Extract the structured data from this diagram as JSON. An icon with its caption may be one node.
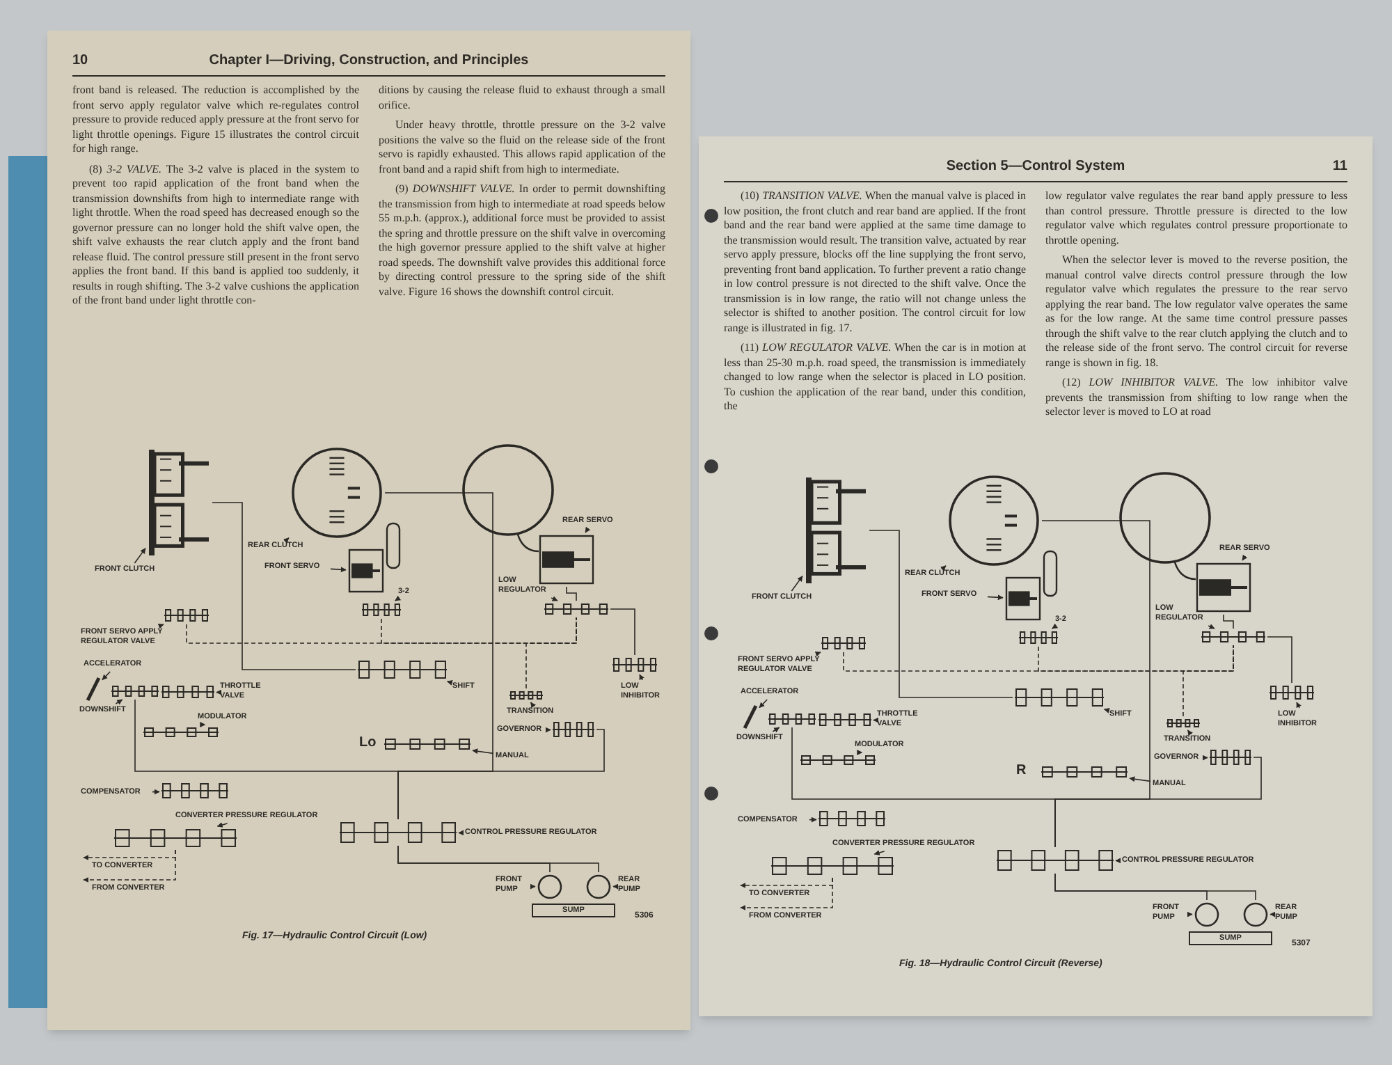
{
  "diagram": {
    "nodes": [
      {
        "text": [
          "FRONT CLUTCH"
        ]
      },
      {
        "text": [],
        "shape": "clutch"
      },
      {
        "text": [
          "REAR CLUTCH"
        ]
      },
      {
        "text": [],
        "shape": "drum"
      },
      {
        "text": [
          "FRONT SERVO"
        ]
      },
      {
        "text": [],
        "shape": "servo"
      },
      {
        "text": [
          "REAR SERVO"
        ]
      },
      {
        "text": [],
        "shape": "servo"
      },
      {
        "text": [
          "3-2"
        ]
      },
      {
        "text": [],
        "shape": "valve"
      },
      {
        "text": [
          "LOW REGULATOR"
        ]
      },
      {
        "text": [],
        "shape": "valve"
      },
      {
        "text": [
          "FRONT SERVO APPLY REGULATOR VALVE"
        ]
      },
      {
        "text": [],
        "shape": "valve"
      },
      {
        "text": [
          "ACCELERATOR"
        ]
      },
      {
        "text": [],
        "shape": "bar"
      },
      {
        "text": [
          "DOWNSHIFT"
        ]
      },
      {
        "text": [],
        "shape": "valve"
      },
      {
        "text": [
          "THROTTLE VALVE"
        ]
      },
      {
        "text": [],
        "shape": "valve"
      },
      {
        "text": [
          "SHIFT"
        ]
      },
      {
        "text": [],
        "shape": "valve"
      },
      {
        "text": [
          "LOW INHIBITOR"
        ]
      },
      {
        "text": [],
        "shape": "valve"
      },
      {
        "text": [
          "TRANSITION"
        ]
      },
      {
        "text": [],
        "shape": "valve"
      },
      {
        "text": [
          "MODULATOR"
        ]
      },
      {
        "text": [],
        "shape": "valve"
      },
      {
        "text": [
          "GOVERNOR"
        ]
      },
      {
        "text": [],
        "shape": "valve"
      },
      {
        "text": [
          "MANUAL"
        ]
      },
      {
        "text": [],
        "shape": "valve"
      },
      {
        "text": [
          "COMPENSATOR"
        ]
      },
      {
        "text": [],
        "shape": "valve"
      },
      {
        "text": [
          "CONVERTER PRESSURE REGULATOR"
        ]
      },
      {
        "text": [],
        "shape": "valve"
      },
      {
        "text": [
          "CONTROL PRESSURE REGULATOR"
        ]
      },
      {
        "text": [],
        "shape": "valve"
      },
      {
        "text": [
          "FRONT PUMP"
        ]
      },
      {
        "text": [],
        "shape": "circle"
      },
      {
        "text": [
          "REAR PUMP"
        ]
      },
      {
        "text": [],
        "shape": "circle"
      },
      {
        "text": [
          "SUMP"
        ]
      },
      {
        "text": [
          "FRONT CLUTCH"
        ]
      },
      {
        "text": [],
        "shape": "clutch"
      },
      {
        "text": [
          "REAR CLUTCH"
        ]
      },
      {
        "text": [],
        "shape": "drum"
      },
      {
        "text": [
          "FRONT SERVO"
        ]
      },
      {
        "text": [],
        "shape": "servo"
      },
      {
        "text": [
          "REAR SERVO"
        ]
      },
      {
        "text": [],
        "shape": "servo"
      },
      {
        "text": [
          "3-2"
        ]
      },
      {
        "text": [],
        "shape": "valve"
      },
      {
        "text": [
          "LOW REGULATOR"
        ]
      },
      {
        "text": [],
        "shape": "valve"
      },
      {
        "text": [
          "FRONT SERVO APPLY REGULATOR VALVE"
        ]
      },
      {
        "text": [],
        "shape": "valve"
      },
      {
        "text": [
          "ACCELERATOR"
        ]
      },
      {
        "text": [],
        "shape": "bar"
      },
      {
        "text": [
          "DOWNSHIFT"
        ]
      },
      {
        "text": [],
        "shape": "valve"
      },
      {
        "text": [
          "THROTTLE VALVE"
        ]
      },
      {
        "text": [],
        "shape": "valve"
      },
      {
        "text": [
          "SHIFT"
        ]
      },
      {
        "text": [],
        "shape": "valve"
      },
      {
        "text": [
          "LOW INHIBITOR"
        ]
      },
      {
        "text": [],
        "shape": "valve"
      },
      {
        "text": [
          "TRANSITION"
        ]
      },
      {
        "text": [],
        "shape": "valve"
      },
      {
        "text": [
          "MODULATOR"
        ]
      },
      {
        "text": [],
        "shape": "valve"
      },
      {
        "text": [
          "GOVERNOR"
        ]
      },
      {
        "text": [],
        "shape": "valve"
      },
      {
        "text": [
          "MANUAL"
        ]
      },
      {
        "text": [],
        "shape": "valve"
      },
      {
        "text": [
          "COMPENSATOR"
        ]
      },
      {
        "text": [],
        "shape": "valve"
      },
      {
        "text": [
          "CONVERTER PRESSURE REGULATOR"
        ]
      },
      {
        "text": [],
        "shape": "valve"
      },
      {
        "text": [
          "CONTROL PRESSURE REGULATOR"
        ]
      },
      {
        "text": [],
        "shape": "valve"
      },
      {
        "text": [
          "FRONT PUMP"
        ]
      },
      {
        "text": [],
        "shape": "circle"
      },
      {
        "text": [
          "REAR PUMP"
        ]
      },
      {
        "text": [],
        "shape": "circle"
      },
      {
        "text": [
          "SUMP"
        ]
      }
    ],
    "edges": [
      {
        "from": 0,
        "to": 1,
        "arrow": "to"
      },
      {
        "from": 2,
        "to": 3,
        "arrow": "to"
      },
      {
        "from": 4,
        "to": 5,
        "arrow": "to"
      },
      {
        "from": 6,
        "to": 7,
        "arrow": "to"
      },
      {
        "from": 8,
        "to": 9,
        "arrow": "to"
      },
      {
        "from": 10,
        "to": 11,
        "arrow": "to"
      },
      {
        "from": 12,
        "to": 13,
        "arrow": "to"
      },
      {
        "from": 14,
        "to": 15,
        "arrow": "to"
      },
      {
        "from": 16,
        "to": 17,
        "arrow": "to"
      },
      {
        "from": 18,
        "to": 19,
        "arrow": "to"
      },
      {
        "from": 20,
        "to": 21,
        "arrow": "to"
      },
      {
        "from": 22,
        "to": 23,
        "arrow": "to"
      },
      {
        "from": 24,
        "to": 25,
        "arrow": "to"
      },
      {
        "from": 26,
        "to": 27,
        "arrow": "to"
      },
      {
        "from": 28,
        "to": 29,
        "arrow": "to"
      },
      {
        "from": 30,
        "to": 31,
        "arrow": "to"
      },
      {
        "from": 32,
        "to": 33,
        "arrow": "to"
      },
      {
        "from": 34,
        "to": 35,
        "arrow": "to"
      },
      {
        "from": 36,
        "to": 37,
        "arrow": "to"
      },
      {
        "from": 38,
        "to": 39,
        "arrow": "to"
      },
      {
        "from": 40,
        "to": 41,
        "arrow": "to"
      },
      {
        "from": 35,
        "to": null,
        "arrow": "to",
        "label": "TO CONVERTER",
        "style": "dashed"
      },
      {
        "from": 35,
        "to": null,
        "arrow": "to",
        "label": "FROM CONVERTER",
        "style": "dashed"
      },
      {
        "from": 1,
        "to": 21,
        "arrow": "none"
      },
      {
        "from": 3,
        "to": 37,
        "arrow": "none"
      },
      {
        "from": 37,
        "to": 17,
        "arrow": "none"
      },
      {
        "from": 37,
        "to": 39,
        "arrow": "none"
      },
      {
        "from": 37,
        "to": 41,
        "arrow": "none"
      },
      {
        "from": 11,
        "to": 23,
        "arrow": "none"
      },
      {
        "from": 7,
        "to": 11,
        "arrow": "none"
      },
      {
        "from": 29,
        "to": 37,
        "arrow": "none"
      },
      {
        "from": 13,
        "to": 11,
        "arrow": "none",
        "style": "dashed"
      },
      {
        "from": 9,
        "to": 11,
        "arrow": "none",
        "style": "dashed"
      },
      {
        "from": 25,
        "to": 11,
        "arrow": "none",
        "style": "dashed"
      },
      {
        "from": 43,
        "to": 44,
        "arrow": "to"
      },
      {
        "from": 45,
        "to": 46,
        "arrow": "to"
      },
      {
        "from": 47,
        "to": 48,
        "arrow": "to"
      },
      {
        "from": 49,
        "to": 50,
        "arrow": "to"
      },
      {
        "from": 51,
        "to": 52,
        "arrow": "to"
      },
      {
        "from": 53,
        "to": 54,
        "arrow": "to"
      },
      {
        "from": 55,
        "to": 56,
        "arrow": "to"
      },
      {
        "from": 57,
        "to": 58,
        "arrow": "to"
      },
      {
        "from": 59,
        "to": 60,
        "arrow": "to"
      },
      {
        "from": 61,
        "to": 62,
        "arrow": "to"
      },
      {
        "from": 63,
        "to": 64,
        "arrow": "to"
      },
      {
        "from": 65,
        "to": 66,
        "arrow": "to"
      },
      {
        "from": 67,
        "to": 68,
        "arrow": "to"
      },
      {
        "from": 69,
        "to": 70,
        "arrow": "to"
      },
      {
        "from": 71,
        "to": 72,
        "arrow": "to"
      },
      {
        "from": 73,
        "to": 74,
        "arrow": "to"
      },
      {
        "from": 75,
        "to": 76,
        "arrow": "to"
      },
      {
        "from": 77,
        "to": 78,
        "arrow": "to"
      },
      {
        "from": 79,
        "to": 80,
        "arrow": "to"
      },
      {
        "from": 81,
        "to": 82,
        "arrow": "to"
      },
      {
        "from": 83,
        "to": 84,
        "arrow": "to"
      },
      {
        "from": 78,
        "to": null,
        "arrow": "to",
        "label": "TO CONVERTER",
        "style": "dashed"
      },
      {
        "from": 78,
        "to": null,
        "arrow": "to",
        "label": "FROM CONVERTER",
        "style": "dashed"
      },
      {
        "from": 44,
        "to": 64,
        "arrow": "none"
      },
      {
        "from": 46,
        "to": 80,
        "arrow": "none"
      },
      {
        "from": 80,
        "to": 60,
        "arrow": "none"
      },
      {
        "from": 80,
        "to": 82,
        "arrow": "none"
      },
      {
        "from": 80,
        "to": 84,
        "arrow": "none"
      },
      {
        "from": 54,
        "to": 66,
        "arrow": "none"
      },
      {
        "from": 50,
        "to": 54,
        "arrow": "none"
      },
      {
        "from": 72,
        "to": 80,
        "arrow": "none"
      },
      {
        "from": 56,
        "to": 54,
        "arrow": "none",
        "style": "dashed"
      },
      {
        "from": 52,
        "to": 54,
        "arrow": "none",
        "style": "dashed"
      },
      {
        "from": 68,
        "to": 54,
        "arrow": "none",
        "style": "dashed"
      }
    ],
    "labels": [
      "10",
      "Chapter I—Driving, Construction, and Principles",
      "front band is released. The reduction is accomplished by the front servo apply regulator valve which re-regulates control pressure to provide reduced apply pressure at the front servo for light throttle openings. Figure 15 illustrates the control circuit for high range.",
      "(8) *3-2 VALVE.* The 3-2 valve is placed in the system to prevent too rapid application of the front band when the transmission downshifts from high to intermediate range with light throttle. When the road speed has decreased enough so the governor pressure can no longer hold the shift valve open, the shift valve exhausts the rear clutch apply and the front band release fluid. The control pressure still present in the front servo applies the front band. If this band is applied too suddenly, it results in rough shifting. The 3-2 valve cushions the application of the front band under light throttle con-",
      "ditions by causing the release fluid to exhaust through a small orifice.",
      "Under heavy throttle, throttle pressure on the 3-2 valve positions the valve so the fluid on the release side of the front servo is rapidly exhausted. This allows rapid application of the front band and a rapid shift from high to intermediate.",
      "(9) *DOWNSHIFT VALVE.* In order to permit downshifting the transmission from high to intermediate at road speeds below 55 m.p.h. (approx.), additional force must be provided to assist the spring and throttle pressure on the shift valve in overcoming the high governor pressure applied to the shift valve at higher road speeds. The downshift valve provides this additional force by directing control pressure to the spring side of the shift valve. Figure 16 shows the downshift control circuit.",
      "Lo",
      "Fig. 17—Hydraulic Control Circuit (Low)",
      "5306",
      "Section 5—Control System",
      "11",
      "(10) *TRANSITION VALVE.* When the manual valve is placed in low position, the front clutch and rear band are applied. If the front band and the rear band were applied at the same time damage to the transmission would result. The transition valve, actuated by rear servo apply pressure, blocks off the line supplying the front servo, preventing front band application. To further prevent a ratio change in low control pressure is not directed to the shift valve. Once the transmission is in low range, the ratio will not change unless the selector is shifted to another position. The control circuit for low range is illustrated in fig. 17.",
      "(11) *LOW REGULATOR VALVE.* When the car is in motion at less than 25-30 m.p.h. road speed, the transmission is immediately changed to low range when the selector is placed in LO position. To cushion the application of the rear band, under this condition, the",
      "low regulator valve regulates the rear band apply pressure to less than control pressure. Throttle pressure is directed to the low regulator valve which regulates control pressure proportionate to throttle opening.",
      "When the selector lever is moved to the reverse position, the manual control valve directs control pressure through the low regulator valve which regulates the pressure to the rear servo applying the rear band. The low regulator valve operates the same as for the low range. At the same time control pressure passes through the shift valve to the rear clutch applying the clutch and to the release side of the front servo. The control circuit for reverse range is shown in fig. 18.",
      "(12) *LOW INHIBITOR VALVE.* The low inhibitor valve prevents the transmission from shifting to low range when the selector lever is moved to LO at road",
      "R",
      "Fig. 18—Hydraulic Control Circuit (Reverse)",
      "5307"
    ]
  }
}
